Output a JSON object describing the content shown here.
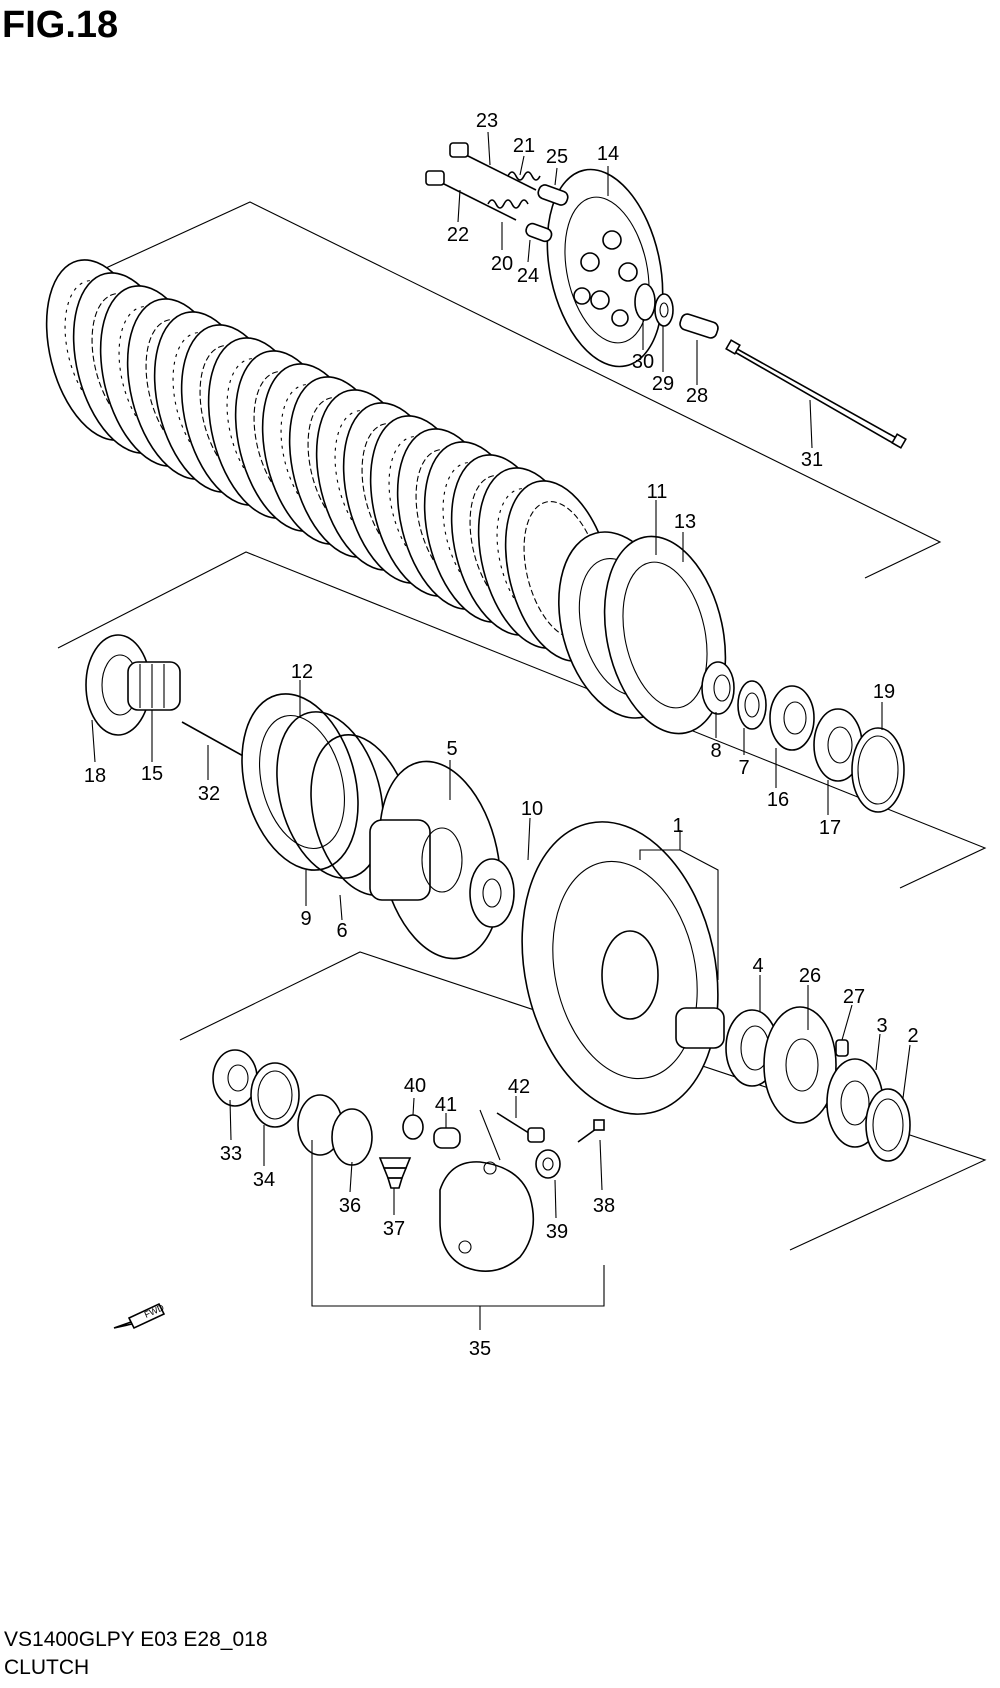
{
  "figure_title": "FIG.18",
  "footer": {
    "model_code": "VS1400GLPY E03 E28_018",
    "section_name": "CLUTCH"
  },
  "fwd_label": "FWD",
  "callouts": [
    {
      "id": "c1",
      "label": "1"
    },
    {
      "id": "c2",
      "label": "2"
    },
    {
      "id": "c3",
      "label": "3"
    },
    {
      "id": "c4",
      "label": "4"
    },
    {
      "id": "c5",
      "label": "5"
    },
    {
      "id": "c6",
      "label": "6"
    },
    {
      "id": "c7",
      "label": "7"
    },
    {
      "id": "c8",
      "label": "8"
    },
    {
      "id": "c9",
      "label": "9"
    },
    {
      "id": "c10",
      "label": "10"
    },
    {
      "id": "c11",
      "label": "11"
    },
    {
      "id": "c12",
      "label": "12"
    },
    {
      "id": "c13",
      "label": "13"
    },
    {
      "id": "c14",
      "label": "14"
    },
    {
      "id": "c15",
      "label": "15"
    },
    {
      "id": "c16",
      "label": "16"
    },
    {
      "id": "c17",
      "label": "17"
    },
    {
      "id": "c18",
      "label": "18"
    },
    {
      "id": "c19",
      "label": "19"
    },
    {
      "id": "c20",
      "label": "20"
    },
    {
      "id": "c21",
      "label": "21"
    },
    {
      "id": "c22",
      "label": "22"
    },
    {
      "id": "c23",
      "label": "23"
    },
    {
      "id": "c24",
      "label": "24"
    },
    {
      "id": "c25",
      "label": "25"
    },
    {
      "id": "c26",
      "label": "26"
    },
    {
      "id": "c27",
      "label": "27"
    },
    {
      "id": "c28",
      "label": "28"
    },
    {
      "id": "c29",
      "label": "29"
    },
    {
      "id": "c30",
      "label": "30"
    },
    {
      "id": "c31",
      "label": "31"
    },
    {
      "id": "c32",
      "label": "32"
    },
    {
      "id": "c33",
      "label": "33"
    },
    {
      "id": "c34",
      "label": "34"
    },
    {
      "id": "c35",
      "label": "35"
    },
    {
      "id": "c36",
      "label": "36"
    },
    {
      "id": "c37",
      "label": "37"
    },
    {
      "id": "c38",
      "label": "38"
    },
    {
      "id": "c39",
      "label": "39"
    },
    {
      "id": "c40",
      "label": "40"
    },
    {
      "id": "c41",
      "label": "41"
    },
    {
      "id": "c42",
      "label": "42"
    }
  ]
}
